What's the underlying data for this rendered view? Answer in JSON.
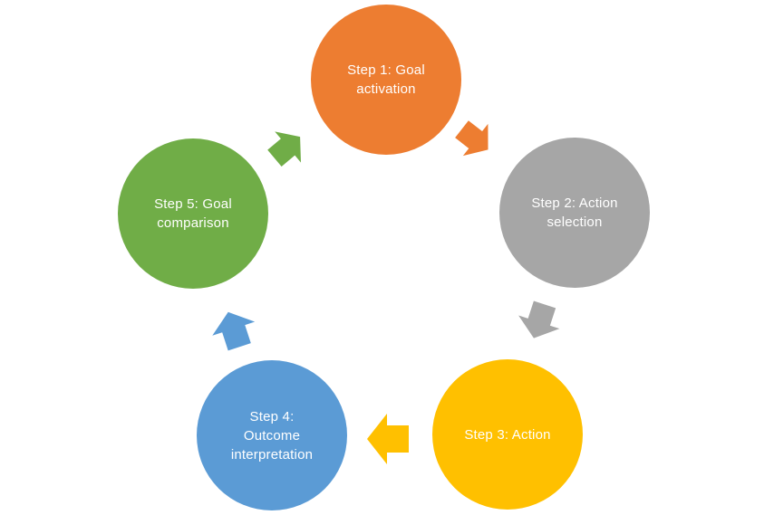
{
  "diagram": {
    "type": "cycle",
    "background": "#ffffff",
    "text_color": "#ffffff",
    "steps": [
      {
        "id": 1,
        "color": "#ED7D31",
        "lines": [
          "Step 1: Goal",
          "activation"
        ]
      },
      {
        "id": 2,
        "color": "#A6A6A6",
        "lines": [
          "Step 2: Action",
          "selection"
        ]
      },
      {
        "id": 3,
        "color": "#FFC000",
        "lines": [
          "Step 3: Action"
        ]
      },
      {
        "id": 4,
        "color": "#5B9BD5",
        "lines": [
          "Step 4:",
          "Outcome",
          "interpretation"
        ]
      },
      {
        "id": 5,
        "color": "#70AD47",
        "lines": [
          "Step 5: Goal",
          "comparison"
        ]
      }
    ],
    "arrows": [
      {
        "from": 1,
        "to": 2,
        "color": "#ED7D31"
      },
      {
        "from": 2,
        "to": 3,
        "color": "#A6A6A6"
      },
      {
        "from": 3,
        "to": 4,
        "color": "#FFC000"
      },
      {
        "from": 4,
        "to": 5,
        "color": "#5B9BD5"
      },
      {
        "from": 5,
        "to": 1,
        "color": "#70AD47"
      }
    ]
  }
}
